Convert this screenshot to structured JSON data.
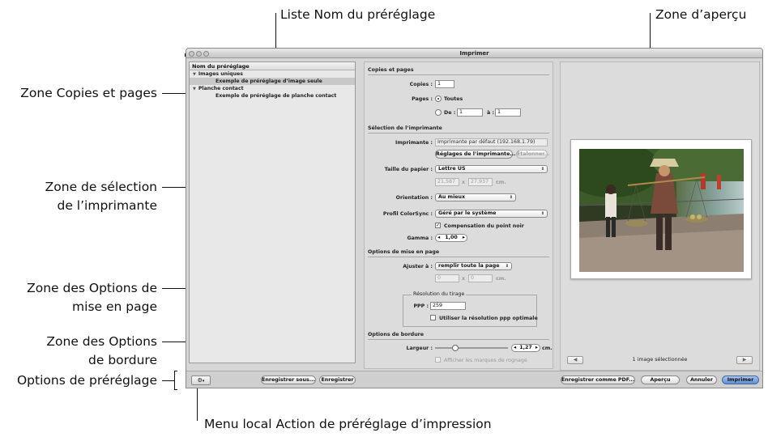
{
  "callouts": {
    "preset_list": "Liste Nom du préréglage",
    "preview_area": "Zone d’aperçu",
    "copies_pages": "Zone Copies et pages",
    "printer_selection_1": "Zone de sélection",
    "printer_selection_2": "de l’imprimante",
    "layout_options_1": "Zone des Options de",
    "layout_options_2": "mise en page",
    "border_options_1": "Zone des Options",
    "border_options_2": "de bordure",
    "preset_options": "Options de préréglage",
    "action_menu": "Menu local Action de préréglage d’impression"
  },
  "window": {
    "title": "Imprimer"
  },
  "sidebar": {
    "header": "Nom du préréglage",
    "groups": [
      {
        "label": "Images uniques",
        "item": "Exemple de préréglage d’image seule"
      },
      {
        "label": "Planche contact",
        "item": "Exemple de préréglage de planche contact"
      }
    ]
  },
  "copies": {
    "section_title": "Copies et pages",
    "copies_label": "Copies :",
    "copies_value": "1",
    "pages_label": "Pages :",
    "all_label": "Toutes",
    "from_label": "De :",
    "from_value": "1",
    "to_label": "à :",
    "to_value": "1"
  },
  "printer": {
    "section_title": "Sélection de l’imprimante",
    "printer_label": "Imprimante :",
    "printer_value": "Imprimante par défaut (192.168.1.79)",
    "settings_button": "Réglages de l’imprimante...",
    "calibrate_button": "Étalonner...",
    "paper_label": "Taille du papier :",
    "paper_value": "Lettre US",
    "width_value": "21,587",
    "x": "x",
    "height_value": "27,937",
    "unit": "cm.",
    "orientation_label": "Orientation :",
    "orientation_value": "Au mieux",
    "colorsync_label": "Profil ColorSync :",
    "colorsync_value": "Géré par le système",
    "black_point_label": "Compensation du point noir",
    "gamma_label": "Gamma :",
    "gamma_value": "1,00"
  },
  "layout": {
    "section_title": "Options de mise en page",
    "fit_label": "Ajuster à :",
    "fit_value": "remplir toute la page",
    "w_value": "0",
    "x": "x",
    "h_value": "0",
    "unit": "cm.",
    "resolution_group": "Résolution du tirage",
    "dpi_label": "PPP :",
    "dpi_value": "259",
    "optimal_label": "Utiliser la résolution ppp optimale"
  },
  "border": {
    "section_title": "Options de bordure",
    "width_label": "Largeur :",
    "width_value": "1,27",
    "unit": "cm.",
    "slider_fraction": 0.25,
    "crop_marks_label": "Afficher les marques de rognage"
  },
  "preview": {
    "status": "1 image sélectionnée"
  },
  "bottom": {
    "save_as": "Enregistrer sous...",
    "save": "Enregistrer",
    "save_pdf": "Enregistrer comme PDF...",
    "preview": "Aperçu",
    "cancel": "Annuler",
    "print": "Imprimer"
  }
}
